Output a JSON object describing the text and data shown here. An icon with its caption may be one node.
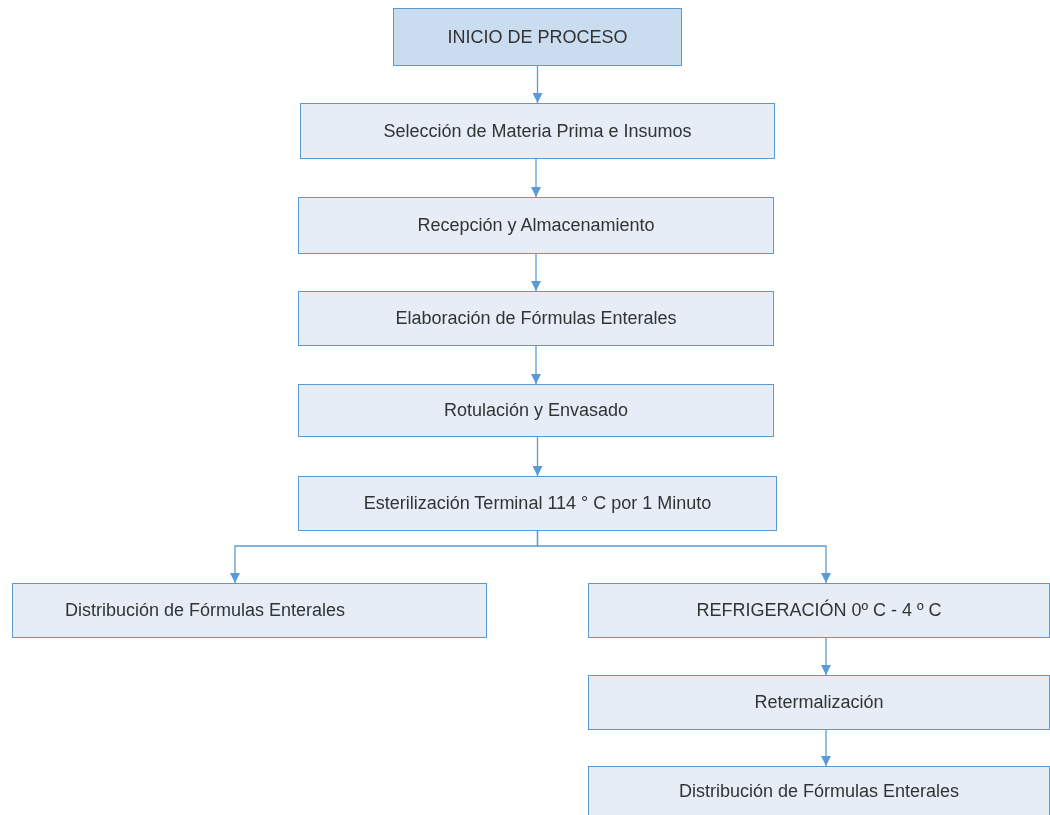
{
  "diagram": {
    "nodes": [
      {
        "text": [
          "INICIO DE PROCESO"
        ]
      },
      {
        "text": [
          "Selección de Materia Prima e Insumos"
        ]
      },
      {
        "text": [
          "Recepción y Almacenamiento"
        ]
      },
      {
        "text": [
          "Elaboración de Fórmulas Enterales"
        ]
      },
      {
        "text": [
          "Rotulación y Envasado"
        ]
      },
      {
        "text": [
          "Esterilización Terminal 114 ° C por 1 Minuto"
        ]
      },
      {
        "text": [
          "Distribución de Fórmulas Enterales"
        ]
      },
      {
        "text": [
          "REFRIGERACIÓN 0º C - 4 º C"
        ]
      },
      {
        "text": [
          "Retermalización"
        ]
      },
      {
        "text": [
          "Distribución de Fórmulas Enterales"
        ]
      }
    ],
    "edges": [
      {
        "from": 0,
        "to": 1,
        "arrow": "to"
      },
      {
        "from": 1,
        "to": 2,
        "arrow": "to"
      },
      {
        "from": 2,
        "to": 3,
        "arrow": "to"
      },
      {
        "from": 3,
        "to": 4,
        "arrow": "to"
      },
      {
        "from": 4,
        "to": 5,
        "arrow": "to"
      },
      {
        "from": 5,
        "to": 6,
        "arrow": "to"
      },
      {
        "from": 5,
        "to": 7,
        "arrow": "to"
      },
      {
        "from": 7,
        "to": 8,
        "arrow": "to"
      },
      {
        "from": 8,
        "to": 9,
        "arrow": "to"
      }
    ]
  }
}
